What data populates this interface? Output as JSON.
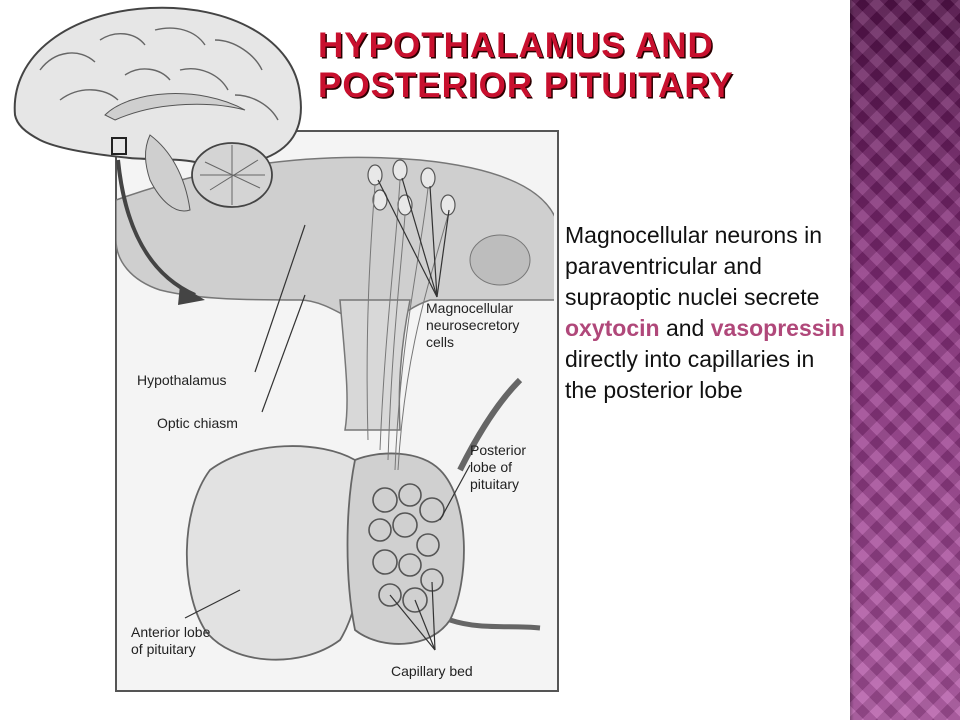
{
  "slide": {
    "title_lines": [
      "Hypothalamus and",
      "Posterior Pituitary"
    ],
    "colors": {
      "title": "#c8102e",
      "highlight": "#b0487a",
      "side_band": "#8a2f7f"
    }
  },
  "figure": {
    "labels": {
      "hypothalamus": "Hypothalamus",
      "optic_chiasm": "Optic chiasm",
      "anterior_lobe": "Anterior lobe\nof pituitary",
      "magnocellular_cells": "Magnocellular\nneurosecretory\ncells",
      "posterior_lobe": "Posterior\nlobe of\npituitary",
      "capillary_bed": "Capillary bed"
    }
  },
  "body": {
    "segments": [
      {
        "text": "Magnocellular neurons in paraventricular and supraoptic nuclei secrete ",
        "highlight": false
      },
      {
        "text": "oxytocin",
        "highlight": true
      },
      {
        "text": " and ",
        "highlight": false
      },
      {
        "text": "vasopressin",
        "highlight": true
      },
      {
        "text": " directly into capillaries in the posterior lobe",
        "highlight": false
      }
    ]
  }
}
